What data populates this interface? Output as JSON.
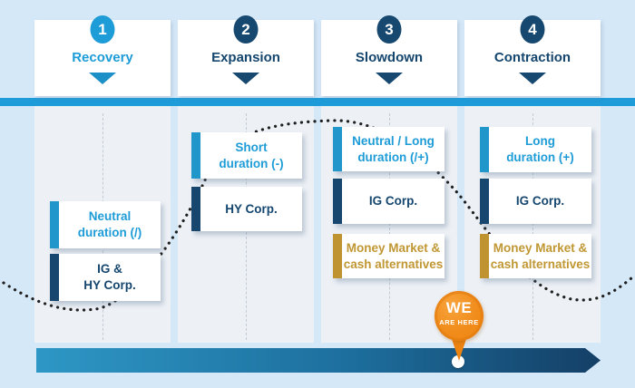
{
  "phases": [
    {
      "number": "1",
      "name": "Recovery",
      "cards": [
        {
          "lines": [
            "Neutral",
            "duration (/)"
          ],
          "accent": "light_blue"
        },
        {
          "lines": [
            "IG &",
            "HY Corp."
          ],
          "accent": "navy"
        }
      ]
    },
    {
      "number": "2",
      "name": "Expansion",
      "cards": [
        {
          "lines": [
            "Short",
            "duration (-)"
          ],
          "accent": "light_blue"
        },
        {
          "lines": [
            "HY Corp."
          ],
          "accent": "navy"
        }
      ]
    },
    {
      "number": "3",
      "name": "Slowdown",
      "cards": [
        {
          "lines": [
            "Neutral / Long",
            "duration (/+)"
          ],
          "accent": "light_blue"
        },
        {
          "lines": [
            "IG Corp."
          ],
          "accent": "navy"
        },
        {
          "lines": [
            "Money Market &",
            "cash alternatives"
          ],
          "accent": "gold"
        }
      ]
    },
    {
      "number": "4",
      "name": "Contraction",
      "cards": [
        {
          "lines": [
            "Long",
            "duration (+)"
          ],
          "accent": "light_blue"
        },
        {
          "lines": [
            "IG Corp."
          ],
          "accent": "navy"
        },
        {
          "lines": [
            "Money Market &",
            "cash alternatives"
          ],
          "accent": "gold"
        }
      ]
    }
  ],
  "cycle_marker": {
    "line1": "WE",
    "line2": "ARE HERE"
  },
  "colors": {
    "light_blue": "#1e9cd7",
    "navy": "#17476f",
    "gold": "#bf9330",
    "orange_pin": "#ee8410",
    "divider_blue": "#1e9bd9",
    "background": "#d5e8f8",
    "panel": "#edf1f6",
    "bar_gradient_start": "#2e97c5",
    "bar_gradient_end": "#143f66"
  }
}
